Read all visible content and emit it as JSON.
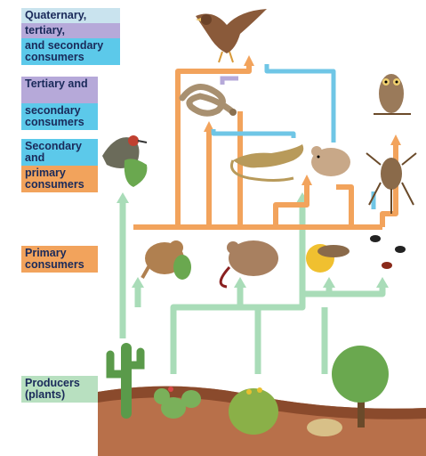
{
  "labels": {
    "quaternary": [
      "Quaternary,",
      "tertiary,",
      "and secondary consumers"
    ],
    "tertiary": [
      "Tertiary and",
      "secondary consumers"
    ],
    "secondary": [
      "Secondary and",
      "primary consumers"
    ],
    "primary": [
      "Primary consumers"
    ],
    "producers": [
      "Producers (plants)"
    ]
  },
  "colors": {
    "quaternary_bg": "#c9e3ee",
    "tertiary_bg": "#b6a9d9",
    "secondary_bg": "#5cc9ea",
    "primary_bg": "#f2a35c",
    "producer_bg": "#b8e0c0",
    "producer_arrow": "#a9dcb8",
    "primary_arrow": "#f2a35c",
    "secondary_arrow": "#6fc6e6",
    "tertiary_arrow": "#b6a9d9"
  }
}
